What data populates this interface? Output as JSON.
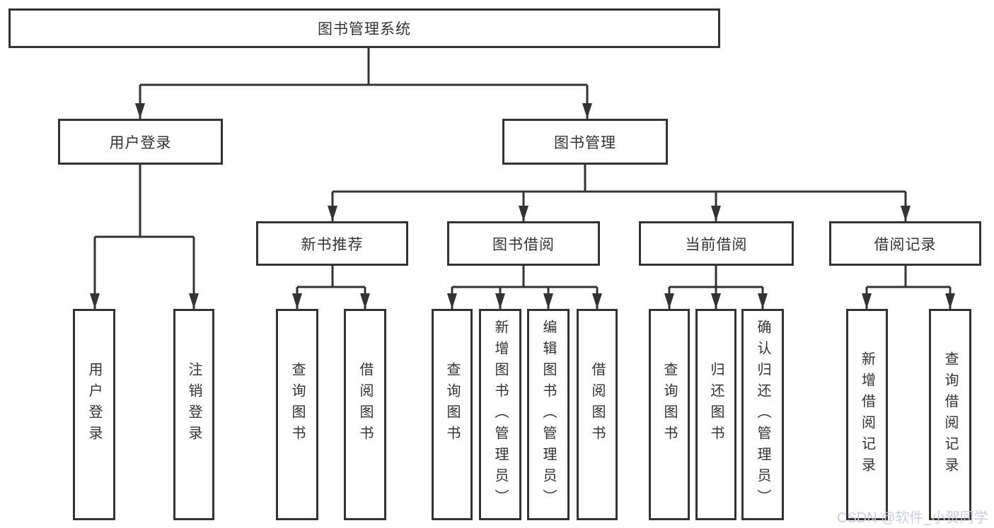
{
  "diagram": {
    "root": "图书管理系统",
    "user_branch": {
      "label": "用户登录",
      "children": [
        "用户登录",
        "注销登录"
      ]
    },
    "book_branch": {
      "label": "图书管理",
      "groups": [
        {
          "label": "新书推荐",
          "children": [
            "查询图书",
            "借阅图书"
          ]
        },
        {
          "label": "图书借阅",
          "children": [
            "查询图书",
            "新增图书（管理员）",
            "编辑图书（管理员）",
            "借阅图书"
          ]
        },
        {
          "label": "当前借阅",
          "children": [
            "查询图书",
            "归还图书",
            "确认归还（管理员）"
          ]
        },
        {
          "label": "借阅记录",
          "children": [
            "新增借阅记录",
            "查询借阅记录"
          ]
        }
      ]
    }
  },
  "watermark": "CSDN @软件_小贺同学",
  "colors": {
    "line": "#333333",
    "text": "#333333",
    "background": "#ffffff",
    "watermark": "#c6cbd8"
  }
}
